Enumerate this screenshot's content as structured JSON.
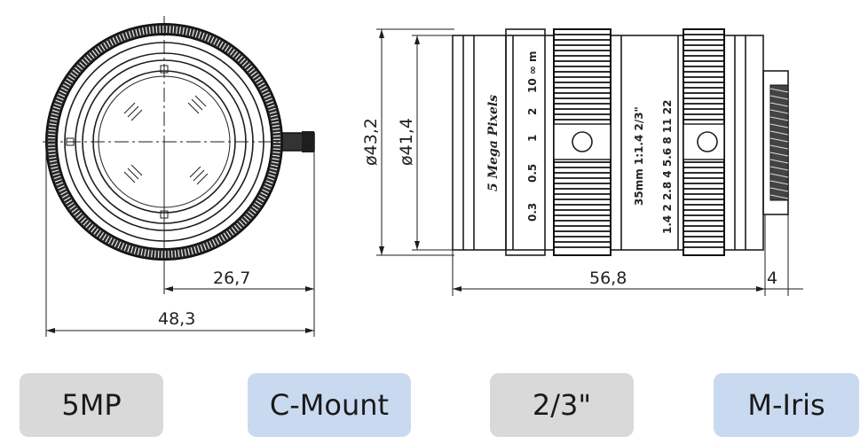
{
  "dimensions": {
    "front_half_width": "26,7",
    "front_total_width": "48,3",
    "outer_diameter": "ø43,2",
    "inner_diameter": "ø41,4",
    "body_length": "56,8",
    "mount_length": "4"
  },
  "lens_markings": {
    "brand": "5 Mega Pixels",
    "focus_scale": [
      "0.3",
      "0.5",
      "1",
      "2",
      "10 ∞ m"
    ],
    "spec_line": "35mm  1:1.4  2/3\"",
    "iris_scale": "1.4  2  2.8  4  5.6  8  11  22"
  },
  "badges": [
    {
      "label": "5MP",
      "color": "#d9d9d9"
    },
    {
      "label": "C-Mount",
      "color": "#c9daf0"
    },
    {
      "label": "2/3\"",
      "color": "#d9d9d9"
    },
    {
      "label": "M-Iris",
      "color": "#c9daf0"
    }
  ]
}
